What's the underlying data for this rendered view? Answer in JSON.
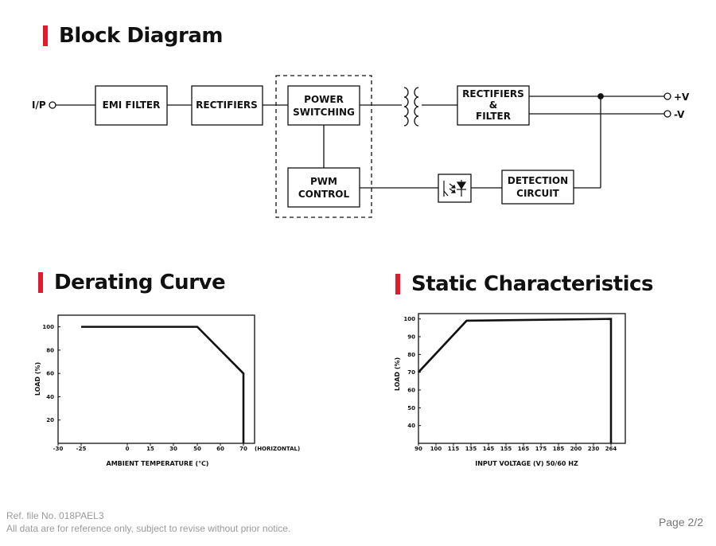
{
  "titles": {
    "block_diagram": "Block Diagram",
    "derating": "Derating Curve",
    "static": "Static Characteristics"
  },
  "block_diagram": {
    "input_label": "I/P",
    "emi_filter": "EMI FILTER",
    "rectifiers": "RECTIFIERS",
    "power_switching": [
      "POWER",
      "SWITCHING"
    ],
    "pwm_control": [
      "PWM",
      "CONTROL"
    ],
    "rectifiers_filter": [
      "RECTIFIERS",
      "&",
      "FILTER"
    ],
    "detection_circuit": [
      "DETECTION",
      "CIRCUIT"
    ],
    "out_pos": "+V",
    "out_neg": "-V"
  },
  "chart_data": [
    {
      "type": "line",
      "title": "Derating Curve",
      "xlabel": "AMBIENT TEMPERATURE (℃)",
      "x_note": "(HORIZONTAL)",
      "ylabel": "LOAD (%)",
      "x_ticks": [
        "-30",
        "-25",
        "0",
        "15",
        "30",
        "50",
        "60",
        "70"
      ],
      "y_ticks": [
        "20",
        "40",
        "60",
        "80",
        "100"
      ],
      "ylim": [
        0,
        110
      ],
      "grid": false,
      "series": [
        {
          "points": [
            [
              -25,
              100
            ],
            [
              50,
              100
            ],
            [
              70,
              60
            ],
            [
              70,
              0
            ]
          ]
        }
      ]
    },
    {
      "type": "line",
      "title": "Static Characteristics",
      "xlabel": "INPUT VOLTAGE (V) 50/60 HZ",
      "ylabel": "LOAD (%)",
      "x_ticks": [
        "90",
        "100",
        "115",
        "135",
        "145",
        "155",
        "165",
        "175",
        "185",
        "200",
        "230",
        "264"
      ],
      "y_ticks": [
        "40",
        "50",
        "60",
        "70",
        "80",
        "90",
        "100"
      ],
      "ylim": [
        30,
        103
      ],
      "grid": false,
      "series": [
        {
          "points": [
            [
              90,
              70
            ],
            [
              130,
              99
            ],
            [
              264,
              100
            ],
            [
              264,
              30
            ]
          ]
        }
      ]
    }
  ],
  "footer": {
    "ref": "Ref. file No. 018PAEL3",
    "note": "All data are  for  reference  only, subject to revise without prior  notice.",
    "page": "Page 2/2"
  }
}
